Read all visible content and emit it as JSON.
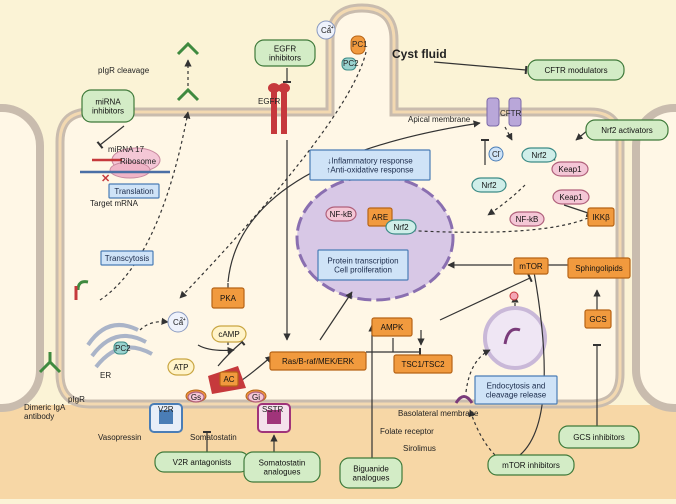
{
  "colors": {
    "background": "#fbf3d6",
    "basolateral_fluid": "#f7d7a6",
    "membrane_outer": "#c9bcae",
    "membrane_inner": "#f3d9b1",
    "cytoplasm": "#fff7e6",
    "nucleus_fill": "#d8c8e6",
    "nucleus_outline": "#8a6fb0",
    "drug_box_fill": "#d3ecc6",
    "drug_box_stroke": "#3f7a3a",
    "orange_box_fill": "#f19a3e",
    "orange_box_stroke": "#b76416",
    "blue_box_fill": "#cfe3f7",
    "blue_box_stroke": "#4a7db6",
    "teal_fill": "#cfeee9",
    "pink_fill": "#f4c7d6",
    "receptor_red": "#c6393c",
    "arrow_color": "#333333"
  },
  "labels": {
    "cyst_fluid": "Cyst fluid",
    "apical_membrane": "Apical membrane",
    "basolateral_membrane": "Basolateral membrane",
    "pigr_cleavage": "pIgR cleavage",
    "mirna17": "miRNA 17",
    "ribosome": "Ribosome",
    "target_mrna": "Target mRNA",
    "translation": "Translation",
    "transcytosis": "Transcytosis",
    "pigr": "pIgR",
    "dimeric_iga": "Dimeric IgA\nantibody",
    "er": "ER",
    "pc2": "PC2",
    "pc1": "PC1",
    "ca": "Ca",
    "ca_sup": "2+",
    "egfr": "EGFR",
    "cftr": "CFTR",
    "cl": "Cl",
    "cl_sup": "−",
    "pka": "PKA",
    "camp": "cAMP",
    "atp": "ATP",
    "ac": "AC",
    "gs": "Gs",
    "gi": "Gi",
    "v2r": "V2R",
    "sstr": "SSTR",
    "vasopressin": "Vasopressin",
    "somatostatin": "Somatostatin",
    "ras": "Ras/B-raf/MEK/ERK",
    "ampk": "AMPK",
    "tsc": "TSC1/TSC2",
    "mtor": "mTOR",
    "sphingolipids": "Sphingolipids",
    "gcs": "GCS",
    "nrf2": "Nrf2",
    "keap1": "Keap1",
    "ikkb": "IKKβ",
    "nfkb": "NF-kB",
    "are": "ARE",
    "inflammatory": "↓Inflammatory response",
    "antioxidative": "↑Anti-oxidative response",
    "protein_transcription": "Protein transcription",
    "cell_proliferation": "Cell proliferation",
    "endocytosis": "Endocytosis and\ncleavage release",
    "folate_receptor": "Folate receptor",
    "sirolimus": "Sirolimus"
  },
  "drugs": {
    "egfr_inhibitors": "EGFR\ninhibitors",
    "cftr_modulators": "CFTR modulators",
    "mirna_inhibitors": "miRNA\ninhibitors",
    "nrf2_activators": "Nrf2 activators",
    "v2r_antagonists": "V2R antagonists",
    "somatostatin_analogues": "Somatostatin\nanalogues",
    "biguanide_analogues": "Biguanide\nanalogues",
    "mtor_inhibitors": "mTOR inhibitors",
    "gcs_inhibitors": "GCS inhibitors"
  }
}
